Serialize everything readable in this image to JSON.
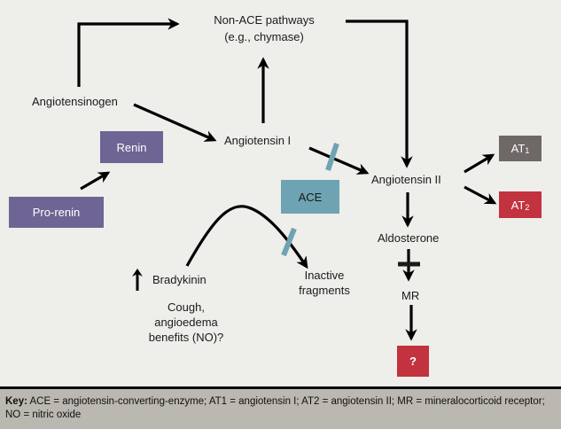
{
  "nodes": {
    "non_ace_line1": "Non-ACE pathways",
    "non_ace_line2": "(e.g., chymase)",
    "angiotensinogen": "Angiotensinogen",
    "angiotensin_i": "Angiotensin I",
    "angiotensin_ii": "Angiotensin II",
    "aldosterone": "Aldosterone",
    "mr": "MR",
    "bradykinin": "Bradykinin",
    "bradykinin_up_icon": "up-arrow",
    "effects_line1": "Cough,",
    "effects_line2": "angioedema",
    "effects_line3": "benefits (NO)?",
    "inactive_line1": "Inactive",
    "inactive_line2": "fragments"
  },
  "boxes": {
    "renin": {
      "label": "Renin",
      "color": "#6e6594"
    },
    "pro_renin": {
      "label": "Pro-renin",
      "color": "#6e6594"
    },
    "ace": {
      "label": "ACE",
      "color": "#6ea3b3"
    },
    "at1": {
      "label": "AT",
      "sub": "1",
      "color": "#6e6866"
    },
    "at2": {
      "label": "AT",
      "sub": "2",
      "color": "#c2323f"
    },
    "unknown": {
      "label": "?",
      "color": "#c2323f"
    }
  },
  "inhibitor_color": "#6ea3b3",
  "key": {
    "title": "Key:",
    "text": "ACE = angiotensin-converting-enzyme; AT1 = angiotensin I; AT2 = angiotensin II; MR = mineralocorticoid receptor; NO = nitric oxide"
  }
}
